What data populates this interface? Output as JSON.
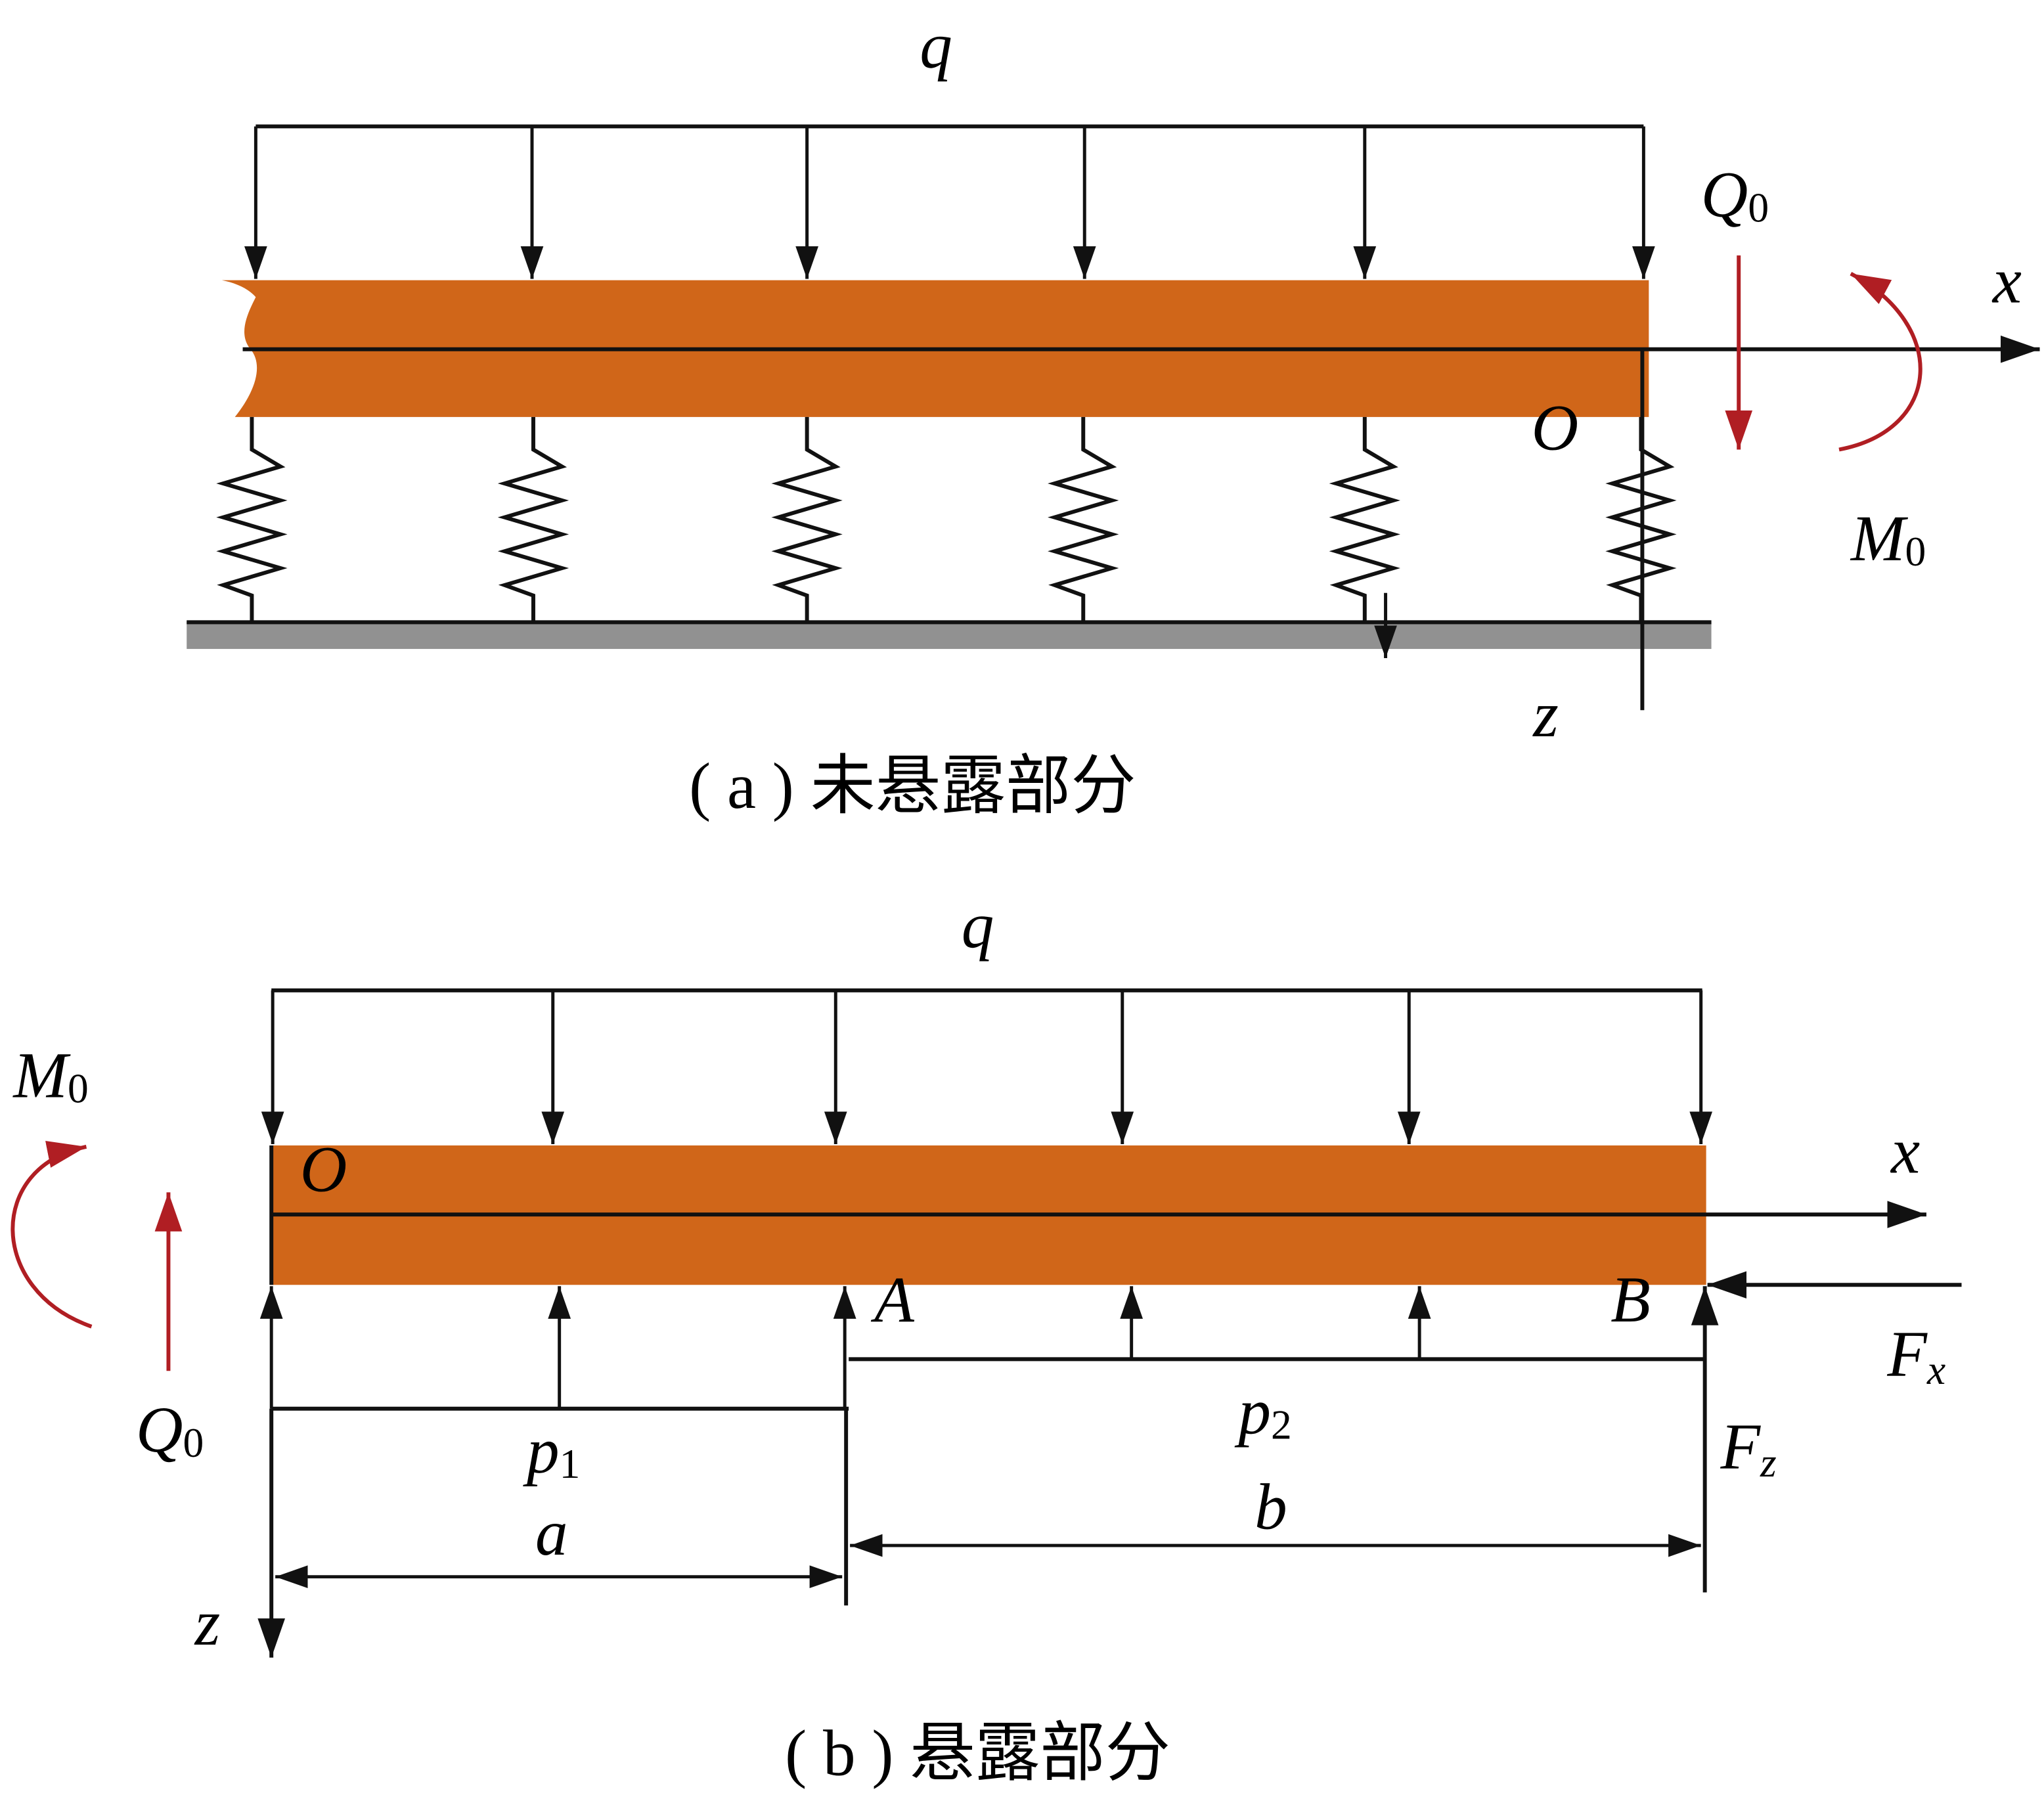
{
  "colors": {
    "beam": "#D06619",
    "red": "#B01E23",
    "ground": "#919191",
    "line": "#111111"
  },
  "panel_a": {
    "caption": "( a ) 未悬露部分",
    "load_label": "q",
    "origin_label": "O",
    "x_label": "x",
    "z_label": "z",
    "shear_label": {
      "main": "Q",
      "sub": "0"
    },
    "moment_label": {
      "main": "M",
      "sub": "0"
    }
  },
  "panel_b": {
    "caption": "( b ) 悬露部分",
    "load_label": "q",
    "origin_label": "O",
    "x_label": "x",
    "z_label": "z",
    "point_a_label": "A",
    "point_b_label": "B",
    "shear_label": {
      "main": "Q",
      "sub": "0"
    },
    "moment_label": {
      "main": "M",
      "sub": "0"
    },
    "p1_label": {
      "main": "p",
      "sub": "1"
    },
    "p2_label": {
      "main": "p",
      "sub": "2"
    },
    "fx_label": {
      "main": "F",
      "sub": "x"
    },
    "fz_label": {
      "main": "F",
      "sub": "z"
    },
    "dim_a_label": "a",
    "dim_b_label": "b"
  }
}
